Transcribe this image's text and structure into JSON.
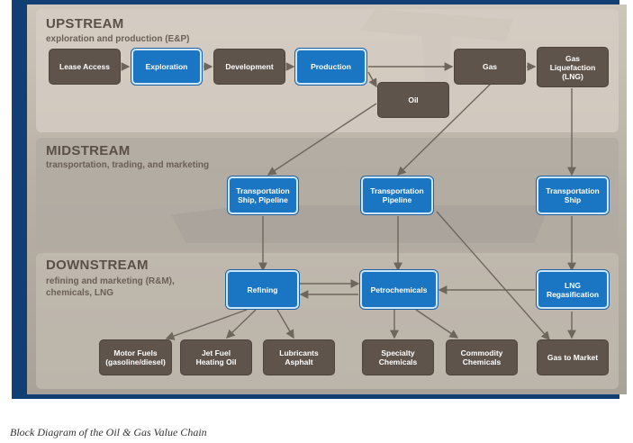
{
  "diagram": {
    "sections": [
      {
        "title": "UPSTREAM",
        "subtitle": "exploration and production (E&P)"
      },
      {
        "title": "MIDSTREAM",
        "subtitle": "transportation, trading, and marketing"
      },
      {
        "title": "DOWNSTREAM",
        "subtitle": "refining and marketing (R&M),\nchemicals, LNG"
      }
    ],
    "nodes": {
      "lease_access": "Lease Access",
      "exploration": "Exploration",
      "development": "Development",
      "production": "Production",
      "gas": "Gas",
      "gas_liquefaction": "Gas\nLiquefaction\n(LNG)",
      "oil": "Oil",
      "transport_ship_pipeline": "Transportation\nShip, Pipeline",
      "transport_pipeline": "Transportation\nPipeline",
      "transport_ship": "Transportation\nShip",
      "refining": "Refining",
      "petrochemicals": "Petrochemicals",
      "lng_regasification": "LNG\nRegasification",
      "motor_fuels": "Motor Fuels\n(gasoline/diesel)",
      "jet_fuel": "Jet Fuel\nHeating Oil",
      "lubricants": "Lubricants\nAsphalt",
      "specialty_chemicals": "Specialty\nChemicals",
      "commodity_chemicals": "Commodity\nChemicals",
      "gas_to_market": "Gas to Market"
    },
    "colors": {
      "brown_box": "#5f544c",
      "blue_box": "#1a75c2",
      "frame": "#123f73"
    }
  },
  "caption": "Block Diagram of the Oil & Gas Value Chain"
}
